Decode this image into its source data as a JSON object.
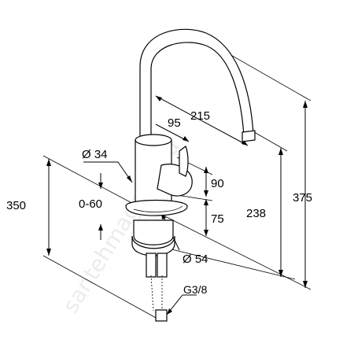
{
  "dimensions": {
    "reach": "215",
    "handle_offset": "95",
    "body_diameter": "Ø 34",
    "handle_height": "90",
    "base_height": "75",
    "spout_height": "238",
    "total_height": "375",
    "below_counter": "350",
    "countertop_range": "0-60",
    "base_diameter": "Ø 54",
    "connection": "G3/8"
  },
  "watermark": "santehmagazin.ru",
  "colors": {
    "line": "#000000",
    "watermark": "#d9dde3"
  }
}
